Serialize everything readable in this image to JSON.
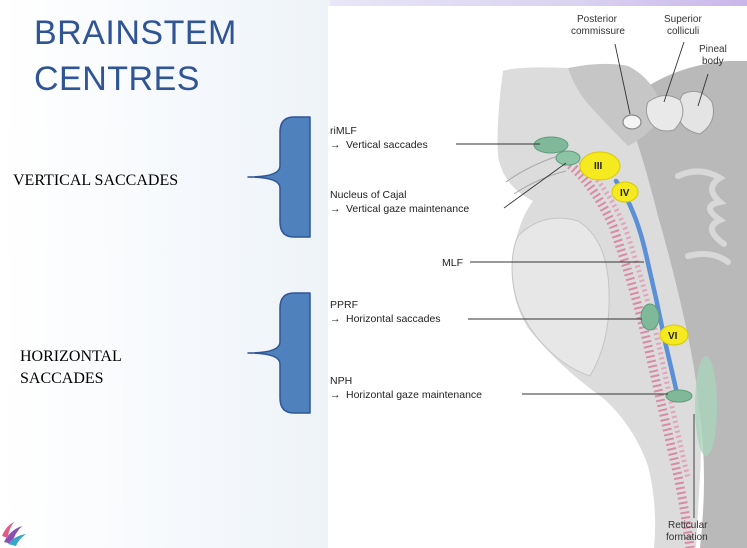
{
  "slide": {
    "title_line1": "BRAINSTEM",
    "title_line2": "CENTRES",
    "label_vertical": "VERTICAL SACCADES",
    "label_horizontal_line1": "HORIZONTAL",
    "label_horizontal_line2": "SACCADES",
    "brace_color": "#4f81bd",
    "title_color": "#2f5597"
  },
  "figure": {
    "labels": {
      "posterior_commissure_1": "Posterior",
      "posterior_commissure_2": "commissure",
      "superior_colliculi_1": "Superior",
      "superior_colliculi_2": "colliculi",
      "pineal_body_1": "Pineal",
      "pineal_body_2": "body",
      "rimlf_name": "riMLF",
      "rimlf_function": "Vertical saccades",
      "cajal_name": "Nucleus of Cajal",
      "cajal_function": "Vertical gaze maintenance",
      "mlf": "MLF",
      "pprf_name": "PPRF",
      "pprf_function": "Horizontal saccades",
      "nph_name": "NPH",
      "nph_function": "Horizontal gaze maintenance",
      "reticular_formation_1": "Reticular",
      "reticular_formation_2": "formation"
    },
    "nuclei": {
      "n3": "III",
      "n4": "IV",
      "n6": "VI"
    },
    "colors": {
      "nucleus_yellow": "#f5ea1f",
      "nucleus_green": "#7fb99a",
      "mlf_blue": "#5b8fd6",
      "reticular_pink": "#d98aa6",
      "tissue_gray": "#cfcfcf"
    }
  }
}
